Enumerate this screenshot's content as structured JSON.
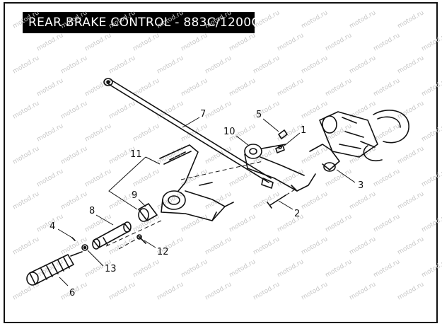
{
  "title": "REAR BRAKE CONTROL - 883C/1200C",
  "watermark": "motod.ru",
  "colors": {
    "ink": "#111111",
    "title_bg": "#000000",
    "title_fg": "#ffffff",
    "watermark": "#c8c8c8"
  },
  "callouts": {
    "c1": "1",
    "c2": "2",
    "c3": "3",
    "c4": "4",
    "c5": "5",
    "c6": "6",
    "c7": "7",
    "c8": "8",
    "c9": "9",
    "c10": "10",
    "c11": "11",
    "c12": "12",
    "c13": "13"
  }
}
